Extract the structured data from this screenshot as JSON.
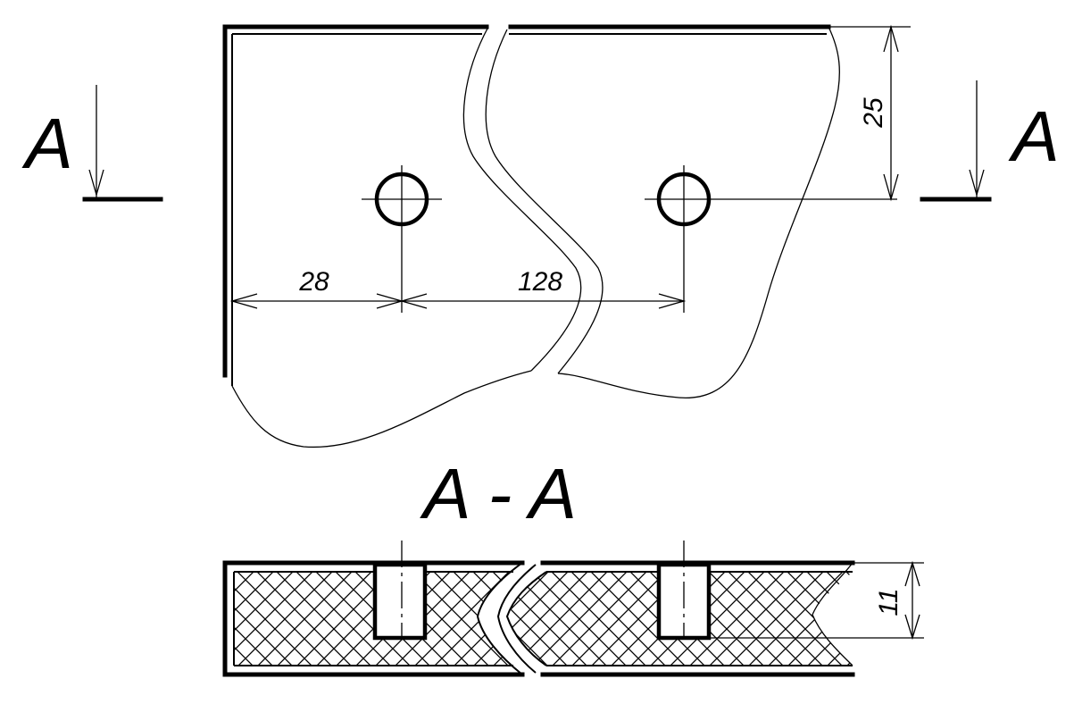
{
  "section_marks": {
    "left": "A",
    "right": "A"
  },
  "section_title": "A - A",
  "dimensions": {
    "edge_to_first_hole": "28",
    "hole_spacing": "128",
    "hole_height": "25",
    "thickness": "11"
  },
  "colors": {
    "ink": "#000000",
    "paper": "#ffffff"
  }
}
